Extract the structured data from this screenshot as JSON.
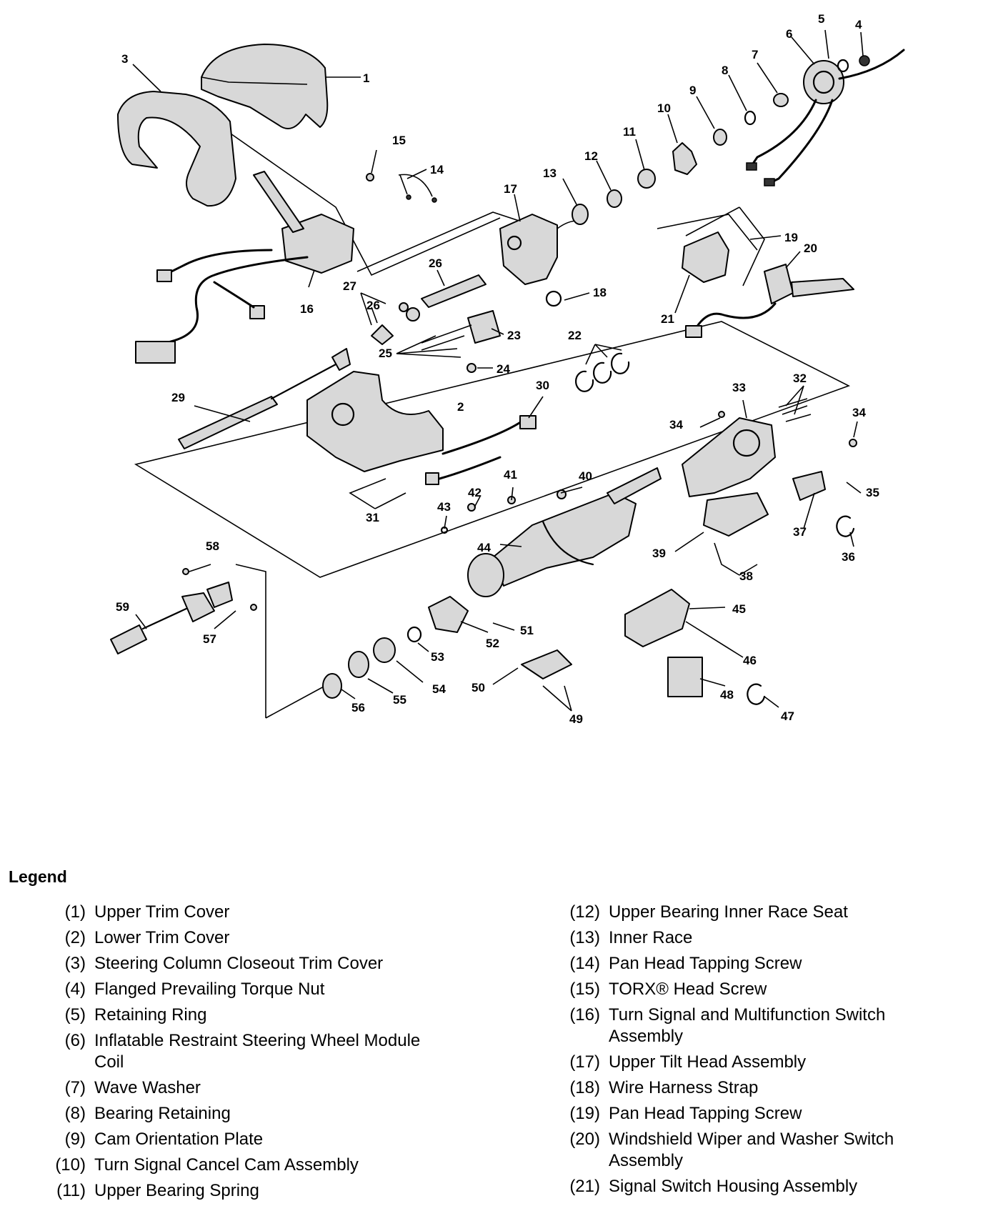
{
  "callouts": [
    {
      "id": "1",
      "label": "1"
    },
    {
      "id": "2",
      "label": "2"
    },
    {
      "id": "3",
      "label": "3"
    },
    {
      "id": "4",
      "label": "4"
    },
    {
      "id": "5",
      "label": "5"
    },
    {
      "id": "6",
      "label": "6"
    },
    {
      "id": "7",
      "label": "7"
    },
    {
      "id": "8",
      "label": "8"
    },
    {
      "id": "9",
      "label": "9"
    },
    {
      "id": "10",
      "label": "10"
    },
    {
      "id": "11",
      "label": "11"
    },
    {
      "id": "12",
      "label": "12"
    },
    {
      "id": "13",
      "label": "13"
    },
    {
      "id": "14",
      "label": "14"
    },
    {
      "id": "15",
      "label": "15"
    },
    {
      "id": "16",
      "label": "16"
    },
    {
      "id": "17",
      "label": "17"
    },
    {
      "id": "18",
      "label": "18"
    },
    {
      "id": "19",
      "label": "19"
    },
    {
      "id": "20",
      "label": "20"
    },
    {
      "id": "21",
      "label": "21"
    },
    {
      "id": "22",
      "label": "22"
    },
    {
      "id": "23",
      "label": "23"
    },
    {
      "id": "24",
      "label": "24"
    },
    {
      "id": "25",
      "label": "25"
    },
    {
      "id": "26a",
      "label": "26"
    },
    {
      "id": "26b",
      "label": "26"
    },
    {
      "id": "27",
      "label": "27"
    },
    {
      "id": "29",
      "label": "29"
    },
    {
      "id": "30",
      "label": "30"
    },
    {
      "id": "31",
      "label": "31"
    },
    {
      "id": "32",
      "label": "32"
    },
    {
      "id": "33",
      "label": "33"
    },
    {
      "id": "34a",
      "label": "34"
    },
    {
      "id": "34b",
      "label": "34"
    },
    {
      "id": "35",
      "label": "35"
    },
    {
      "id": "36",
      "label": "36"
    },
    {
      "id": "37",
      "label": "37"
    },
    {
      "id": "38",
      "label": "38"
    },
    {
      "id": "39",
      "label": "39"
    },
    {
      "id": "40",
      "label": "40"
    },
    {
      "id": "41",
      "label": "41"
    },
    {
      "id": "42",
      "label": "42"
    },
    {
      "id": "43",
      "label": "43"
    },
    {
      "id": "44",
      "label": "44"
    },
    {
      "id": "45",
      "label": "45"
    },
    {
      "id": "46",
      "label": "46"
    },
    {
      "id": "47",
      "label": "47"
    },
    {
      "id": "48",
      "label": "48"
    },
    {
      "id": "49",
      "label": "49"
    },
    {
      "id": "50",
      "label": "50"
    },
    {
      "id": "51",
      "label": "51"
    },
    {
      "id": "52",
      "label": "52"
    },
    {
      "id": "53",
      "label": "53"
    },
    {
      "id": "54",
      "label": "54"
    },
    {
      "id": "55",
      "label": "55"
    },
    {
      "id": "56",
      "label": "56"
    },
    {
      "id": "57",
      "label": "57"
    },
    {
      "id": "58",
      "label": "58"
    },
    {
      "id": "59",
      "label": "59"
    }
  ],
  "legend": {
    "title": "Legend",
    "left": [
      {
        "num": "(1)",
        "text": "Upper Trim Cover"
      },
      {
        "num": "(2)",
        "text": "Lower Trim Cover"
      },
      {
        "num": "(3)",
        "text": "Steering Column Closeout Trim Cover"
      },
      {
        "num": "(4)",
        "text": "Flanged Prevailing Torque Nut"
      },
      {
        "num": "(5)",
        "text": "Retaining Ring"
      },
      {
        "num": "(6)",
        "text": "Inflatable Restraint Steering Wheel Module Coil"
      },
      {
        "num": "(7)",
        "text": "Wave Washer"
      },
      {
        "num": "(8)",
        "text": "Bearing Retaining"
      },
      {
        "num": "(9)",
        "text": "Cam Orientation Plate"
      },
      {
        "num": "(10)",
        "text": "Turn Signal Cancel Cam Assembly"
      },
      {
        "num": "(11)",
        "text": "Upper Bearing Spring"
      }
    ],
    "right": [
      {
        "num": "(12)",
        "text": "Upper Bearing Inner Race Seat"
      },
      {
        "num": "(13)",
        "text": "Inner Race"
      },
      {
        "num": "(14)",
        "text": "Pan Head Tapping Screw"
      },
      {
        "num": "(15)",
        "text": "TORX® Head Screw"
      },
      {
        "num": "(16)",
        "text": "Turn Signal and Multifunction Switch Assembly"
      },
      {
        "num": "(17)",
        "text": "Upper Tilt Head Assembly"
      },
      {
        "num": "(18)",
        "text": "Wire Harness Strap"
      },
      {
        "num": "(19)",
        "text": "Pan Head Tapping Screw"
      },
      {
        "num": "(20)",
        "text": "Windshield Wiper and Washer Switch Assembly"
      },
      {
        "num": "(21)",
        "text": "Signal Switch Housing Assembly"
      }
    ]
  }
}
